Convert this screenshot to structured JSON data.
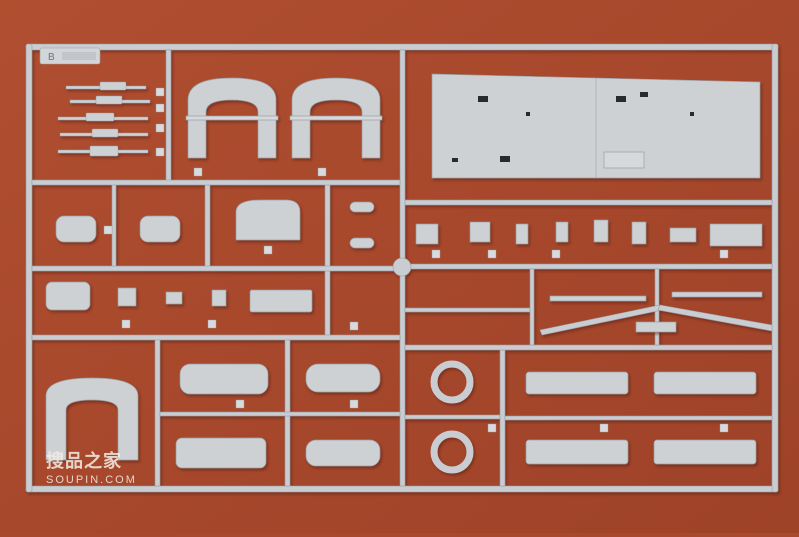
{
  "photo": {
    "subject": "Plastic model kit sprue frame",
    "frame_letter": "B"
  },
  "watermark": {
    "cn": "搜品之家",
    "en": "SOUPIN.COM"
  },
  "colors": {
    "background": "#a8482c",
    "plastic": "#c9ccd0",
    "plastic_shadow": "#9a9ea3",
    "plastic_highlight": "#e4e6e8"
  }
}
